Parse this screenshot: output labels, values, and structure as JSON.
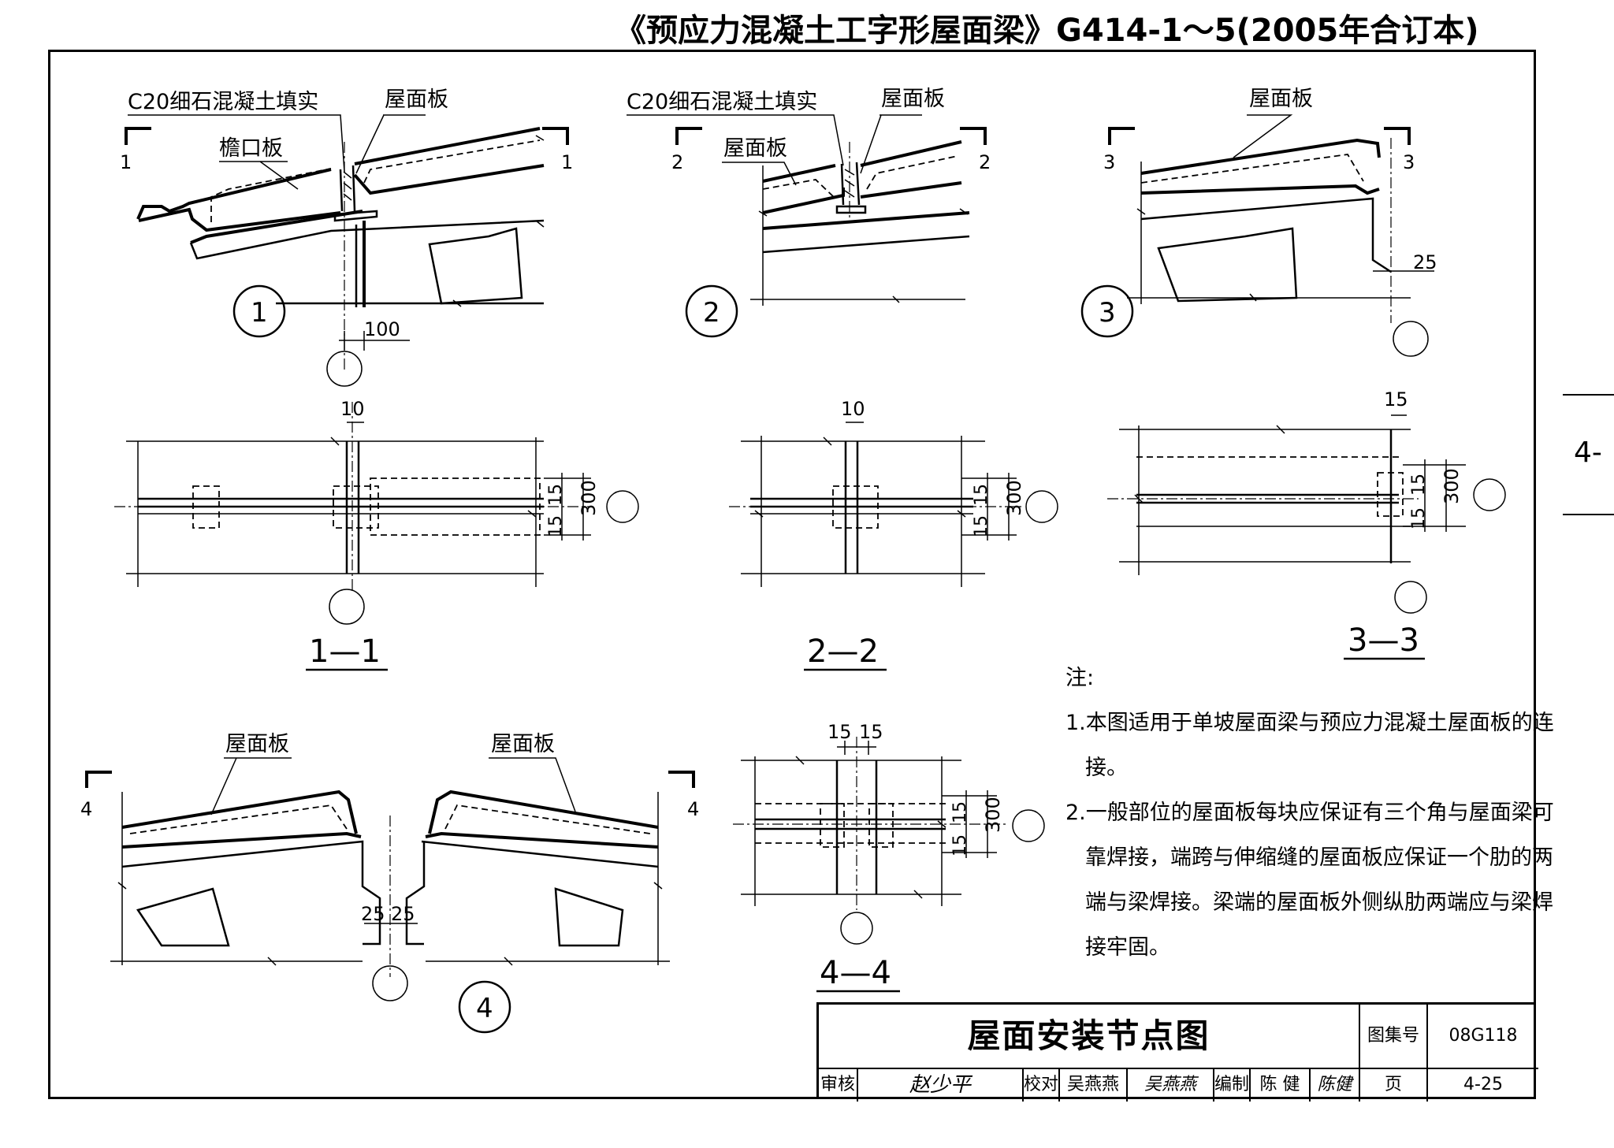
{
  "header": {
    "title": "《预应力混凝土工字形屋面梁》G414-1～5(2005年合订本)"
  },
  "sheet_tab": {
    "label": "4-"
  },
  "details": {
    "d1": {
      "num": "1",
      "section": "1",
      "label_fill": "C20细石混凝土填实",
      "label_slab": "屋面板",
      "label_eave": "檐口板",
      "dim": "100"
    },
    "d2": {
      "num": "2",
      "section": "2",
      "label_fill": "C20细石混凝土填实",
      "label_slab_right": "屋面板",
      "label_slab_left": "屋面板"
    },
    "d3": {
      "num": "3",
      "section": "3",
      "label_slab": "屋面板",
      "dim": "25"
    },
    "d4": {
      "num": "4",
      "section": "4",
      "label_slab_left": "屋面板",
      "label_slab_right": "屋面板",
      "dim_left": "25",
      "dim_right": "25"
    }
  },
  "sections": {
    "s11": {
      "title": "1—1",
      "dim_top": "10",
      "dim_a": "15",
      "dim_b": "15",
      "dim_c": "300"
    },
    "s22": {
      "title": "2—2",
      "dim_top": "10",
      "dim_a": "15",
      "dim_b": "15",
      "dim_c": "300"
    },
    "s33": {
      "title": "3—3",
      "dim_top": "15",
      "dim_a": "15",
      "dim_b": "15",
      "dim_c": "300"
    },
    "s44": {
      "title": "4—4",
      "dim_top_left": "15",
      "dim_top_right": "15",
      "dim_a": "15",
      "dim_b": "15",
      "dim_c": "300"
    }
  },
  "notes": {
    "head": "注:",
    "items": [
      "1.本图适用于单坡屋面梁与预应力混凝土屋面板的连接。",
      "2.一般部位的屋面板每块应保证有三个角与屋面梁可靠焊接，端跨与伸缩缝的屋面板应保证一个肋的两端与梁焊接。梁端的屋面板外侧纵肋两端应与梁焊接牢固。"
    ]
  },
  "titleblock": {
    "title": "屋面安装节点图",
    "atlas_label": "图集号",
    "atlas_no": "08G118",
    "review_label": "审核",
    "review_sig": "赵少平",
    "check_label": "校对",
    "check_name": "吴燕燕",
    "check_sig": "吴燕燕",
    "draw_label": "编制",
    "draw_name": "陈 健",
    "draw_sig": "陈健",
    "page_label": "页",
    "page_no": "4-25"
  }
}
